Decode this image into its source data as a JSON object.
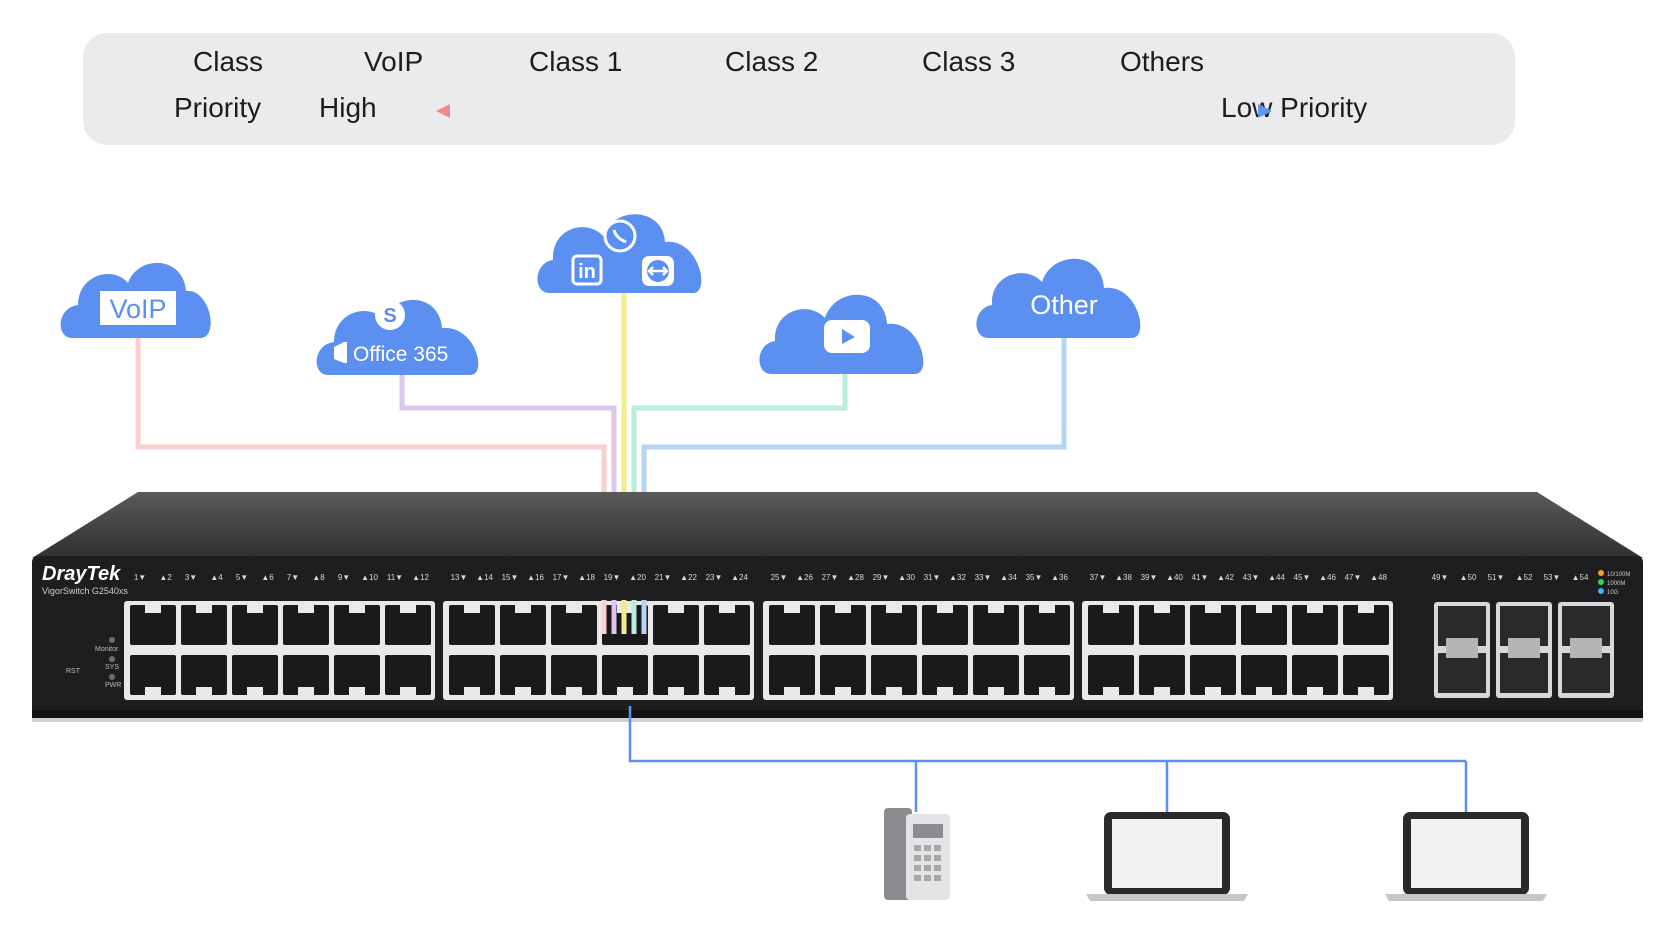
{
  "legend": {
    "row1": {
      "label": "Class",
      "items": [
        "VoIP",
        "Class 1",
        "Class 2",
        "Class 3",
        "Others"
      ]
    },
    "row2": {
      "label": "Priority",
      "high": "High",
      "low": "Low Priority"
    },
    "arrow_colors": [
      "#f08a8a",
      "#c48ad8",
      "#8aa6f0",
      "#5a96f2"
    ]
  },
  "clouds": {
    "voip": {
      "label": "VoIP",
      "line_color": "#fbcfd0"
    },
    "office": {
      "label": "Office 365",
      "icon": "skype-icon",
      "line_color": "#dcc6ec"
    },
    "apps": {
      "icons": [
        "whatsapp-icon",
        "linkedin-icon",
        "teamviewer-icon"
      ],
      "line_color": "#f4ec8a"
    },
    "video": {
      "icon": "youtube-icon",
      "line_color": "#b8eedd"
    },
    "other": {
      "label": "Other",
      "line_color": "#b6d5f6"
    },
    "fill_color": "#5b8ff0"
  },
  "switch": {
    "brand": "DrayTek",
    "model": "VigorSwitch G2540xs",
    "leds": [
      "Monitor",
      "SYS",
      "PWR"
    ],
    "reset_label": "RST",
    "port_labels_1": [
      "1▼",
      "▲2",
      "3▼",
      "▲4",
      "5▼",
      "▲6",
      "7▼",
      "▲8",
      "9▼",
      "▲10",
      "11▼",
      "▲12"
    ],
    "port_labels_2": [
      "13▼",
      "▲14",
      "15▼",
      "▲16",
      "17▼",
      "▲18",
      "19▼",
      "▲20",
      "21▼",
      "▲22",
      "23▼",
      "▲24"
    ],
    "port_labels_3": [
      "25▼",
      "▲26",
      "27▼",
      "▲28",
      "29▼",
      "▲30",
      "31▼",
      "▲32",
      "33▼",
      "▲34",
      "35▼",
      "▲36"
    ],
    "port_labels_4": [
      "37▼",
      "▲38",
      "39▼",
      "▲40",
      "41▼",
      "▲42",
      "43▼",
      "▲44",
      "45▼",
      "▲46",
      "47▼",
      "▲48"
    ],
    "sfp_labels": [
      "49▼",
      "▲50",
      "51▼",
      "▲52",
      "53▼",
      "▲54"
    ],
    "speed_legend": [
      "10/100M",
      "1000M",
      "10G"
    ]
  },
  "devices": [
    "ip-phone-icon",
    "laptop-icon",
    "laptop-icon"
  ],
  "downlink_color": "#5b8ff0"
}
